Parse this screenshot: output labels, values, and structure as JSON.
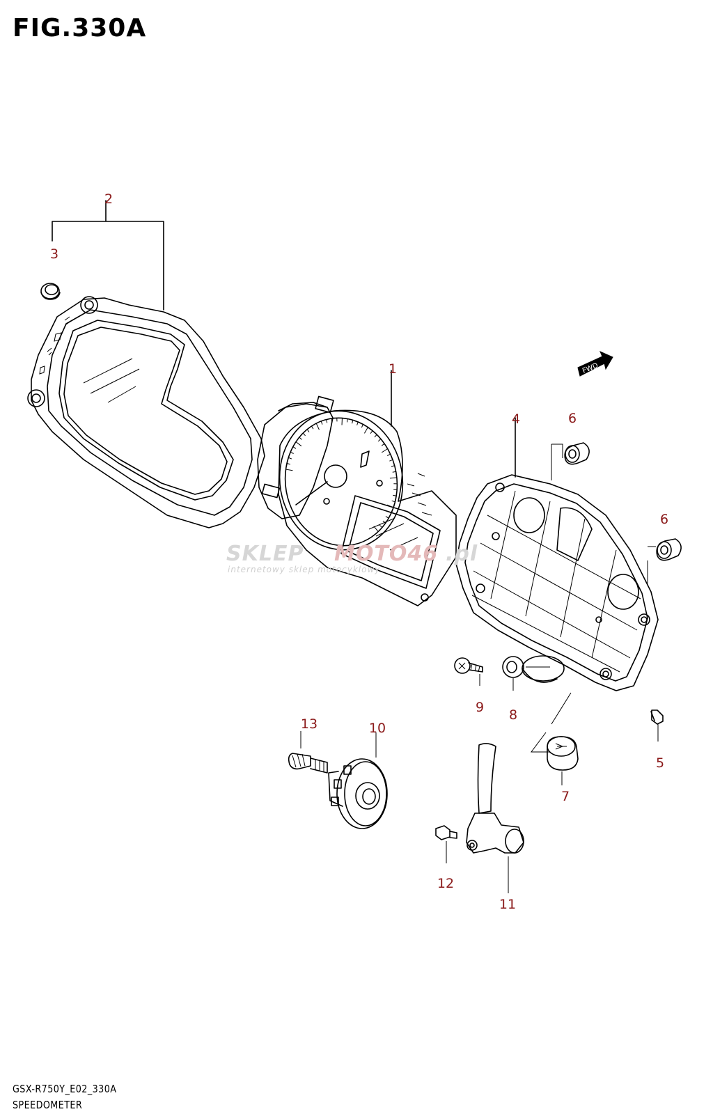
{
  "figure": {
    "title": "FIG.330A"
  },
  "footer": {
    "model_code": "GSX-R750Y_E02_330A",
    "section_name": "SPEEDOMETER"
  },
  "watermark": {
    "brand_a": "SKLEP",
    "brand_b": "MOTO46",
    "brand_c": ".pl",
    "tagline": "internetowy sklep motocyklowy"
  },
  "direction_label": "FWD",
  "callouts": [
    "1",
    "2",
    "3",
    "4",
    "5",
    "6",
    "6",
    "7",
    "8",
    "9",
    "10",
    "11",
    "12",
    "13"
  ],
  "colors": {
    "callout": "#8b1a1a",
    "line": "#000000",
    "watermark": "#d6d6d6"
  }
}
